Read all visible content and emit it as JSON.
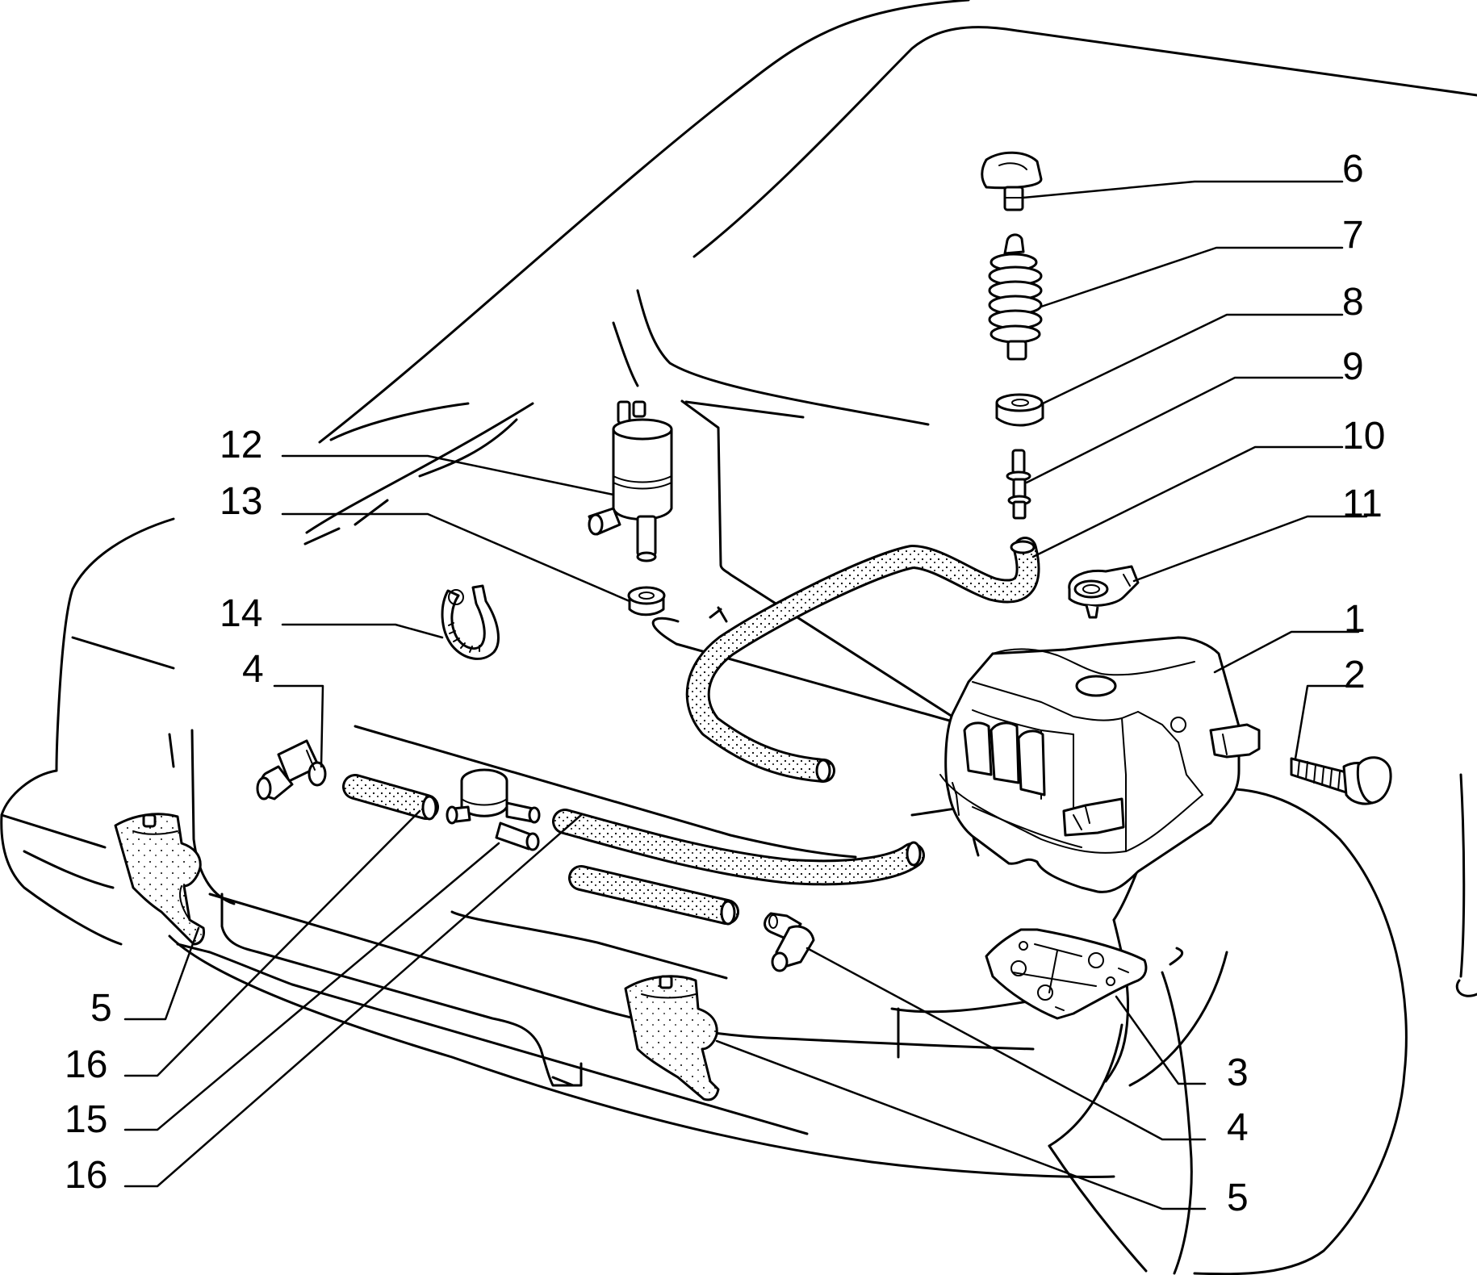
{
  "diagram": {
    "labels": [
      {
        "id": "1",
        "text": "1"
      },
      {
        "id": "2",
        "text": "2"
      },
      {
        "id": "3",
        "text": "3"
      },
      {
        "id": "4a",
        "text": "4"
      },
      {
        "id": "4b",
        "text": "4"
      },
      {
        "id": "5a",
        "text": "5"
      },
      {
        "id": "5b",
        "text": "5"
      },
      {
        "id": "6",
        "text": "6"
      },
      {
        "id": "7",
        "text": "7"
      },
      {
        "id": "8",
        "text": "8"
      },
      {
        "id": "9",
        "text": "9"
      },
      {
        "id": "10",
        "text": "10"
      },
      {
        "id": "11",
        "text": "11"
      },
      {
        "id": "12",
        "text": "12"
      },
      {
        "id": "13",
        "text": "13"
      },
      {
        "id": "14",
        "text": "14"
      },
      {
        "id": "15",
        "text": "15"
      },
      {
        "id": "16a",
        "text": "16"
      },
      {
        "id": "16b",
        "text": "16"
      }
    ]
  }
}
